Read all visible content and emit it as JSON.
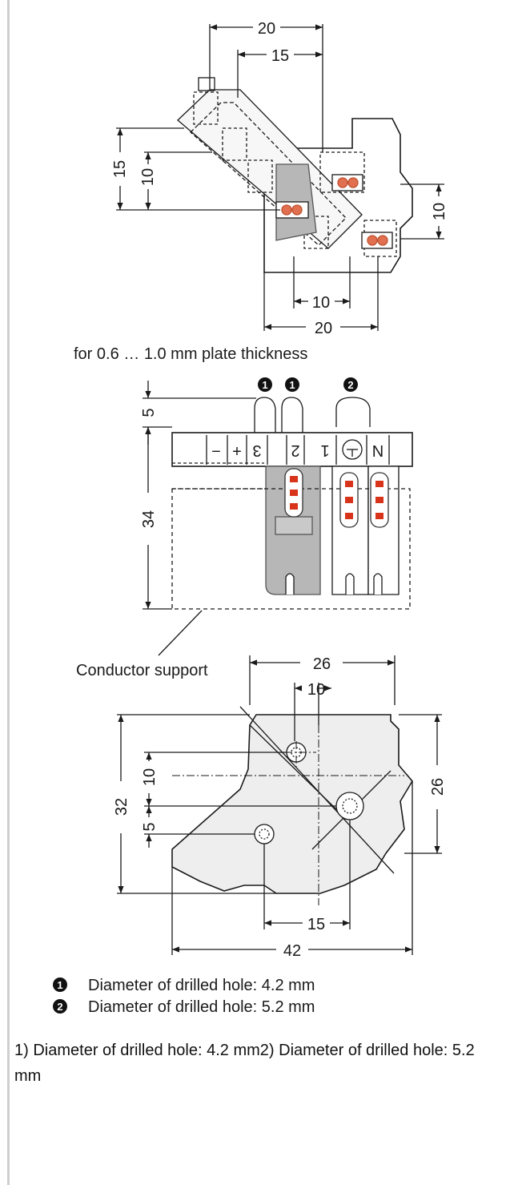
{
  "colors": {
    "line": "#1a1a1a",
    "grey": "#b7b7b7",
    "light": "#e8e8e8",
    "contact": "#e07050",
    "contact_red": "#d8341c",
    "sidebar": "#cfcfcf"
  },
  "view1": {
    "dims": {
      "top_20": "20",
      "top_15": "15",
      "left_15": "15",
      "left_10": "10",
      "right_10": "10",
      "bottom_10": "10",
      "bottom_20": "20"
    },
    "caption": "for 0.6 … 1.0 mm plate thickness"
  },
  "view2": {
    "markers": [
      "1",
      "1",
      "2"
    ],
    "dims": {
      "left_5": "5",
      "left_34": "34"
    },
    "terminal_labels": [
      "−",
      "+",
      "3",
      "2",
      "1",
      "⏚",
      "N"
    ],
    "support_label": "Conductor support"
  },
  "view3": {
    "dims": {
      "top_26": "26",
      "top_10": "10",
      "left_32": "32",
      "left_10": "10",
      "left_5": "5",
      "right_26": "26",
      "bottom_15": "15",
      "bottom_42": "42"
    }
  },
  "legend": [
    {
      "marker": "1",
      "text": "Diameter of drilled hole: 4.2 mm"
    },
    {
      "marker": "2",
      "text": "Diameter of drilled hole: 5.2 mm"
    }
  ],
  "footnote": "1) Diameter of drilled hole: 4.2 mm2) Diameter of drilled hole: 5.2 mm"
}
